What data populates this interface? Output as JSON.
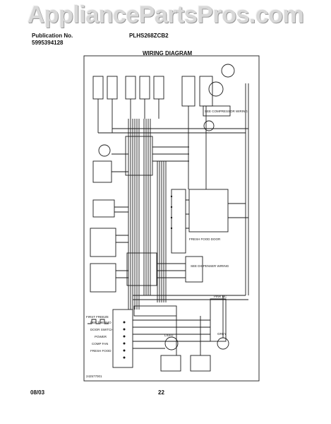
{
  "watermark": "AppliancePartsPros.com",
  "header": {
    "publication_label": "Publication No.",
    "publication_number": "5995394128",
    "model": "PLHS268ZCB2",
    "title": "WIRING DIAGRAM"
  },
  "footer": {
    "date": "08/03",
    "page_number": "22"
  },
  "diagram_labels": {
    "first_freeze": "FIRST FREEZE",
    "def_thermo": "DEF THERMO",
    "door_switch": "DOOR SWITCH",
    "power": "POWER",
    "comp_fan": "COMP FAN",
    "fresh_food": "FRESH FOOD",
    "light": "LIGHT",
    "pink_no": "PINK NC",
    "grey": "GREY",
    "compressor_wiring": "SEE COMPRESSOR WIRING",
    "dispenser_wiring": "SEE DISPENSER WIRING",
    "fresh_food_door": "FRESH FOOD DOOR",
    "part_code": "242577001"
  }
}
